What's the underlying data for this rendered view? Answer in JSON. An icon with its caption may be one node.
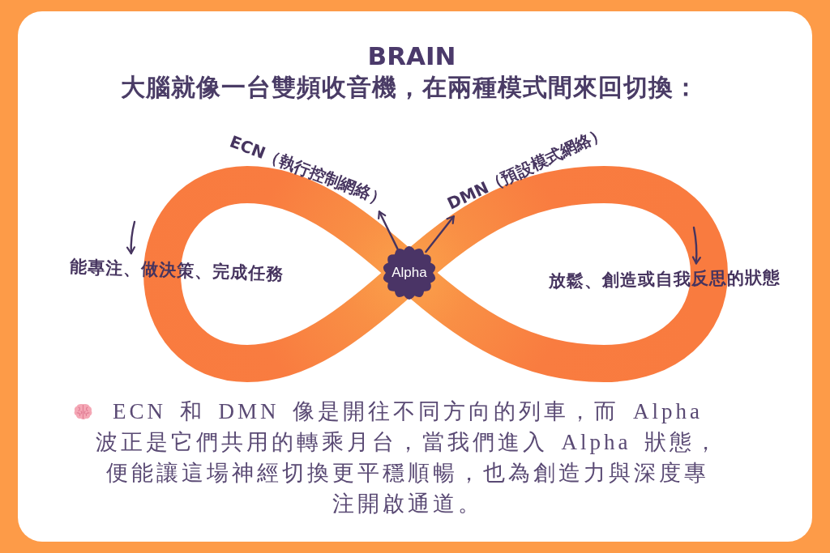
{
  "diagram": {
    "title": "BRAIN",
    "caption": "ECN 和 DMN 像是開往不同方向的列車，而 Alpha 波正是它們共用的轉乘月台，當我們進入 Alpha 狀態，便能讓這場神經切換更平穩順暢，也為創造力與深度專注開啟通道。",
    "nodes": [
      {
        "text": [
          "ECN（執行控制網絡）"
        ]
      },
      {
        "text": [
          "DMN（預設模式網絡）"
        ]
      },
      {
        "text": [
          "Alpha"
        ]
      },
      {
        "text": [
          "能專注、做決策、完成任務"
        ]
      },
      {
        "text": [
          "放鬆、創造或自我反思的狀態"
        ]
      }
    ],
    "edges": [
      {
        "from": 2,
        "to": 0,
        "arrow": "to"
      },
      {
        "from": 2,
        "to": 1,
        "arrow": "to"
      },
      {
        "from": null,
        "to": 3,
        "arrow": "to"
      },
      {
        "from": null,
        "to": 4,
        "arrow": "to"
      }
    ],
    "labels": [
      "大腦就像一台雙頻收音機，在兩種模式間來回切換："
    ]
  }
}
